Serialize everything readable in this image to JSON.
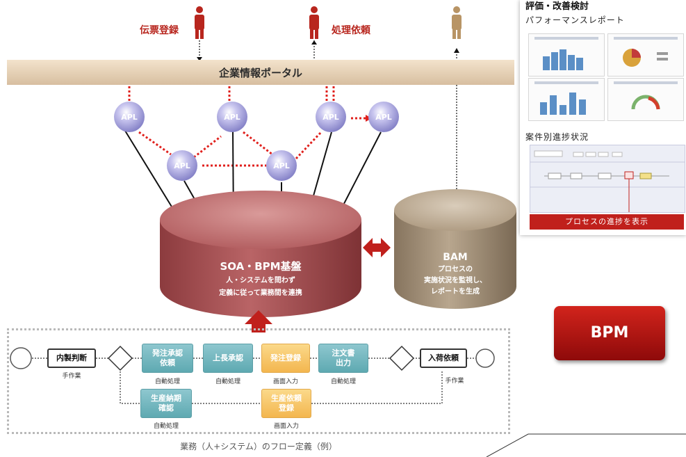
{
  "people": {
    "left_label": "伝票登録",
    "right_label": "処理依頼"
  },
  "portal": {
    "label": "企業情報ポータル"
  },
  "apl_label": "APL",
  "soa": {
    "title": "SOA・BPM基盤",
    "line1": "人・システムを問わず",
    "line2": "定義に従って業務間を連携"
  },
  "bam": {
    "title": "BAM",
    "line1": "プロセスの",
    "line2": "実施状況を監視し、",
    "line3": "レポートを生成"
  },
  "panel": {
    "title": "評価・改善検討",
    "subtitle": "パフォーマンスレポート",
    "section_title": "案件別進捗状況",
    "button_label": "プロセスの進捗を表示"
  },
  "bpm_button": {
    "label": "BPM"
  },
  "flow": {
    "nodes": [
      {
        "label": "内製判断",
        "sub": "手作業"
      },
      {
        "label": "発注承認\n依頼",
        "sub": "自動処理"
      },
      {
        "label": "上長承認",
        "sub": "自動処理"
      },
      {
        "label": "発注登録",
        "sub": "画面入力"
      },
      {
        "label": "注文書\n出力",
        "sub": "自動処理"
      },
      {
        "label": "入荷依頼",
        "sub": "手作業"
      },
      {
        "label": "生産納期\n確認",
        "sub": "自動処理"
      },
      {
        "label": "生産依頼\n登録",
        "sub": "画面入力"
      }
    ],
    "caption": "業務（人+システム）のフロー定義（例）"
  },
  "colors": {
    "person": "#b8261e",
    "bam_person": "#b89465",
    "soa_cylinder": "#b65f61",
    "bam_cylinder": "#a9977f",
    "apl_node": "#9c98d2",
    "dotted_connector": "#e0201c",
    "teal_step": "#6fb3bb",
    "orange_step": "#f5be5a"
  }
}
